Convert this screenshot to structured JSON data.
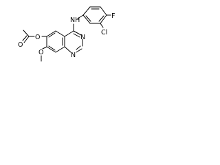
{
  "figure": {
    "atom_labels": {
      "nh": "NH",
      "o_ester": "O",
      "o_carbonyl": "O",
      "o_methoxy": "O",
      "n_upper": "N",
      "n_lower": "N",
      "cl": "Cl",
      "f": "F"
    },
    "colors": {
      "bond": "#000000",
      "label": "#000000",
      "background": "#ffffff"
    }
  }
}
